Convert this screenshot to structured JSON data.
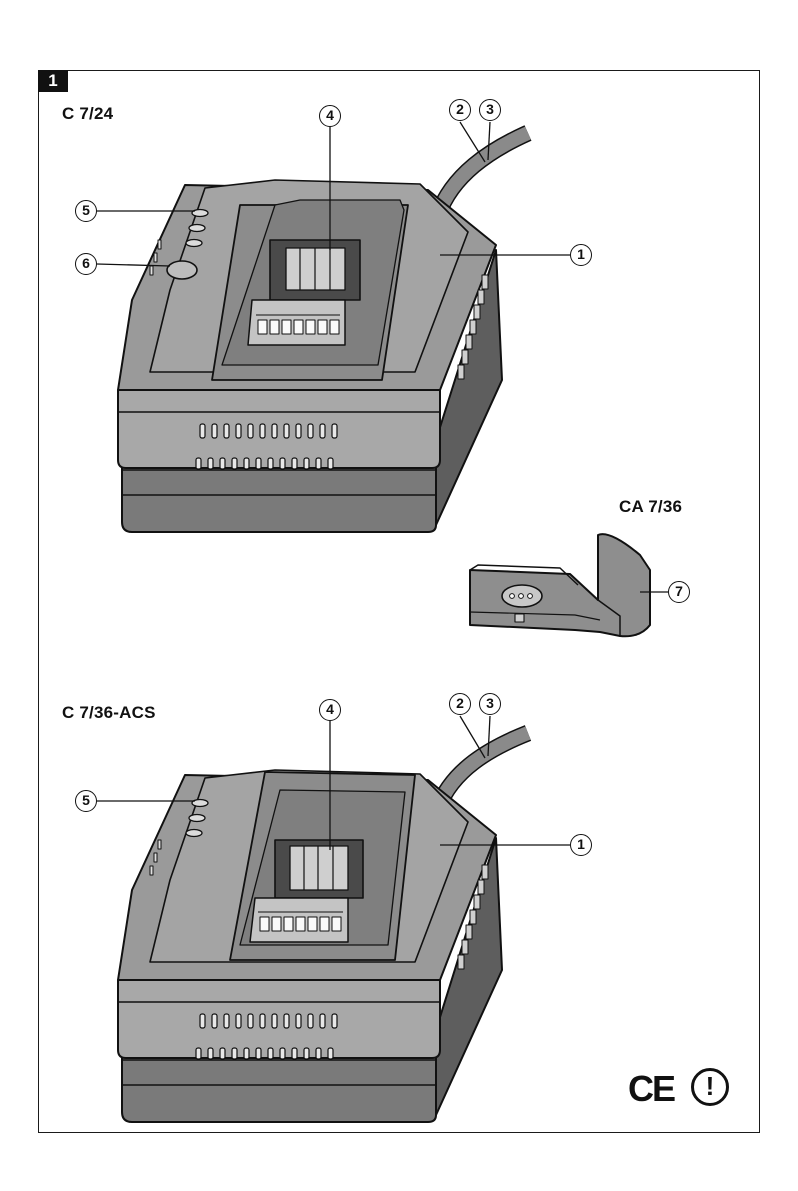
{
  "figure": {
    "number": "1"
  },
  "models": {
    "top": "C 7/24",
    "adapter": "CA 7/36",
    "bottom": "C 7/36-ACS"
  },
  "callouts": {
    "c1": "1",
    "c2": "2",
    "c3": "3",
    "c4": "4",
    "c5": "5",
    "c6": "6",
    "c7": "7"
  },
  "marks": {
    "ce": "CE",
    "warning": "!"
  },
  "colors": {
    "housing": "#9a9a9a",
    "housing_dark": "#6e6e6e",
    "housing_light": "#b4b4b4",
    "outline": "#111111"
  }
}
